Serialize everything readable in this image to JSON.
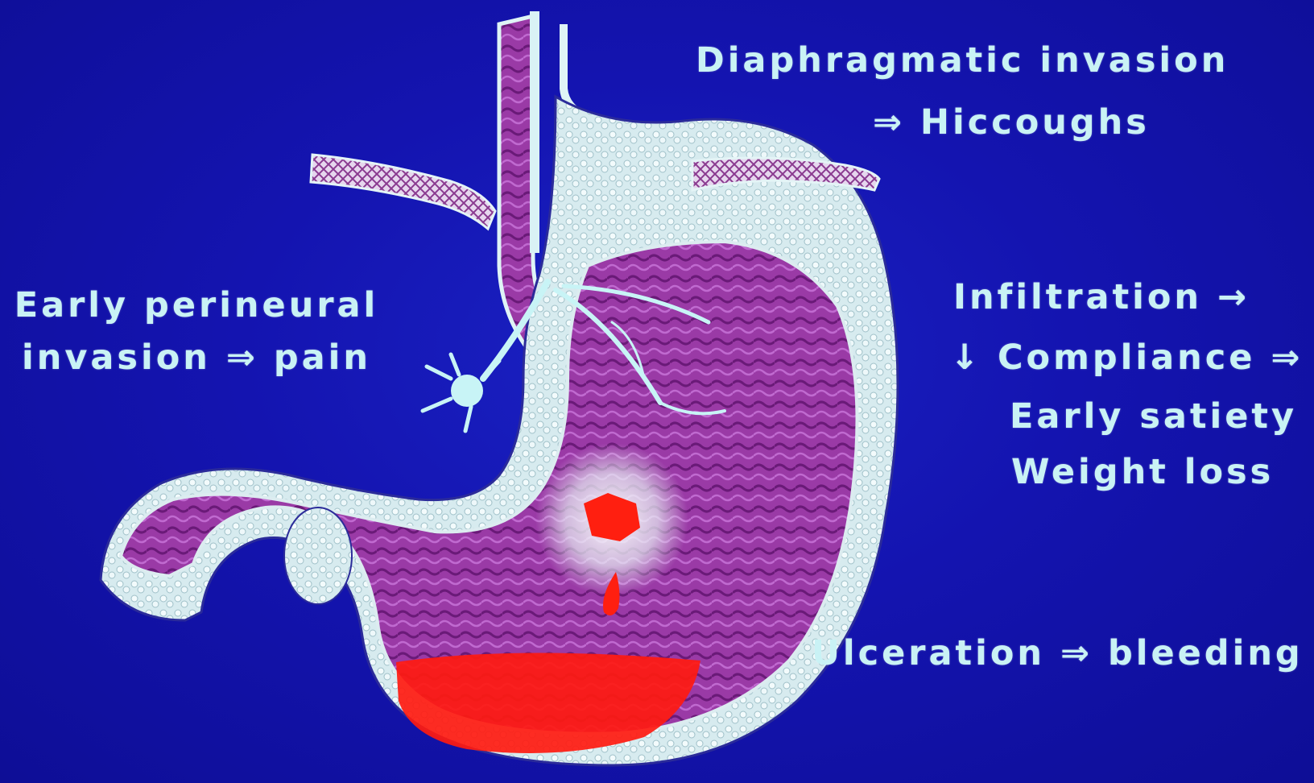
{
  "annotations": {
    "diaphragm": {
      "line1": "Diaphragmatic invasion",
      "line2": "⇒ Hiccoughs"
    },
    "perineural": {
      "line1": "Early perineural",
      "line2": "invasion ⇒ pain"
    },
    "infiltration": {
      "line1": "Infiltration →",
      "line2": "↓ Compliance ⇒",
      "line3": "Early satiety",
      "line4": "Weight loss"
    },
    "ulceration": {
      "line1": "Ulceration ⇒ bleeding"
    }
  },
  "colors": {
    "background": "#1414b0",
    "text": "#c9f2f5",
    "mucosa": "#a040a8",
    "serosa": "#d8ecf0",
    "blood": "#ff1a10",
    "nerve": "#c8f4f6"
  }
}
